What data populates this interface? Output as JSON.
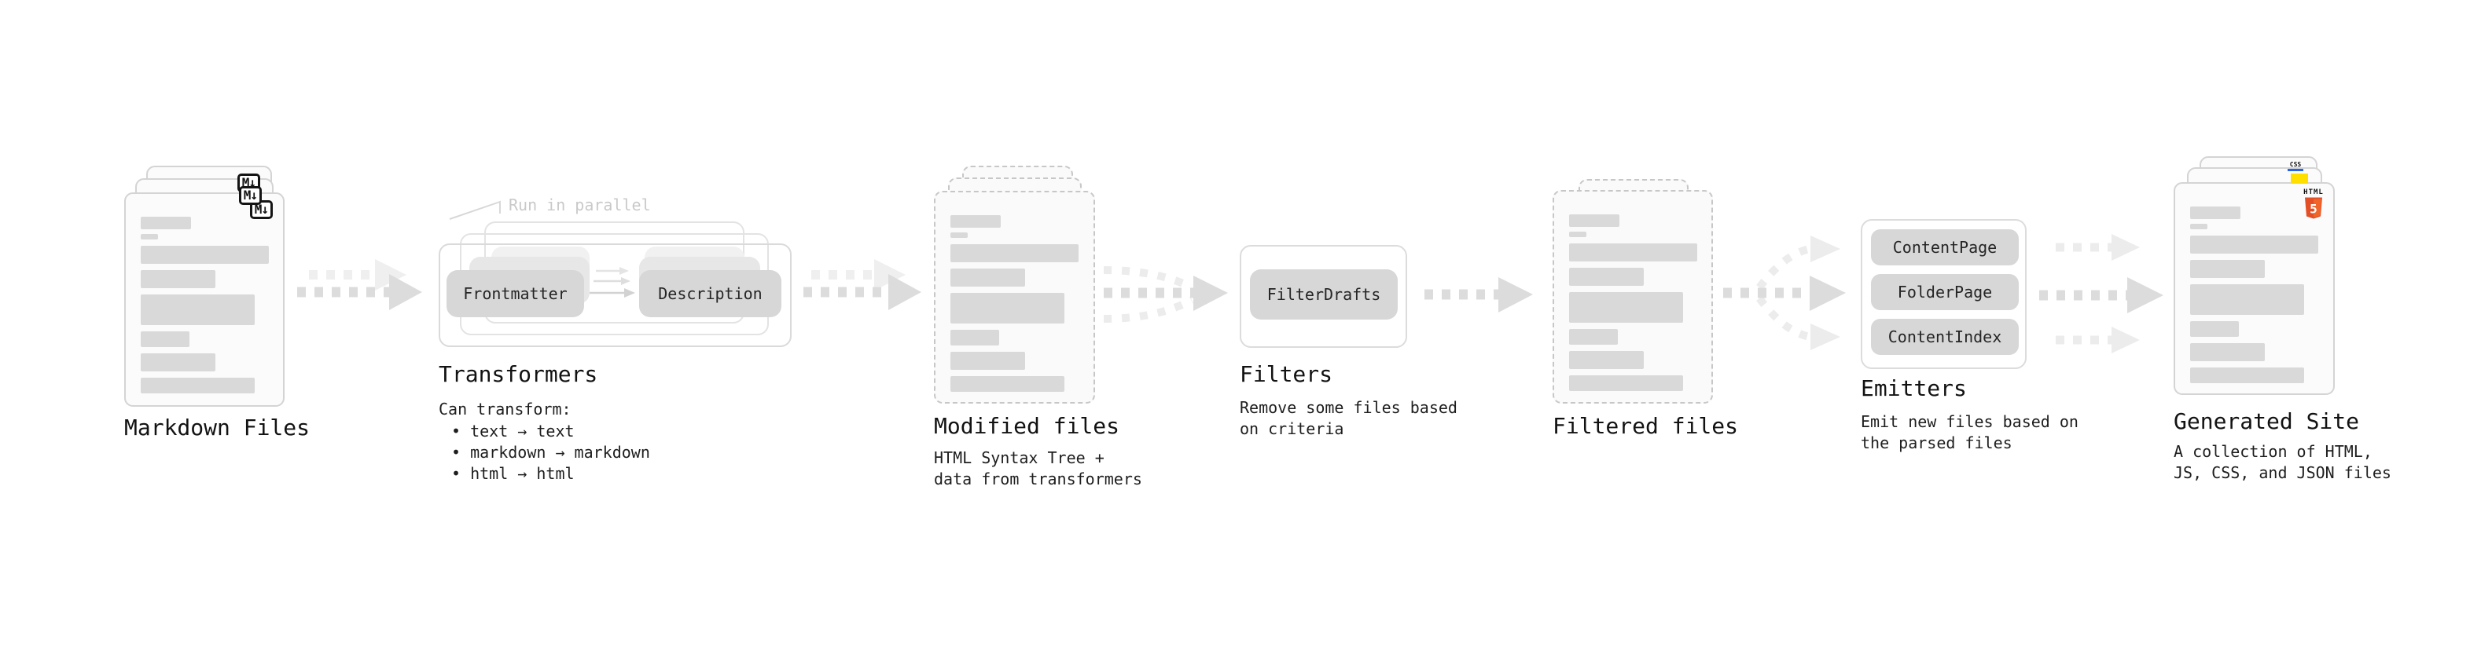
{
  "stages": {
    "markdown": {
      "label": "Markdown Files",
      "badge": "M↓"
    },
    "transformers": {
      "label": "Transformers",
      "annotation": "Run in parallel",
      "pill_left": "Frontmatter",
      "pill_right": "Description",
      "caption_title": "Can transform:",
      "bullets": [
        "• text → text",
        "• markdown → markdown",
        "• html → html"
      ]
    },
    "modified": {
      "label": "Modified files",
      "caption": [
        "HTML Syntax Tree +",
        "data from transformers"
      ]
    },
    "filters": {
      "label": "Filters",
      "pill": "FilterDrafts",
      "caption": [
        "Remove some files based",
        "on criteria"
      ]
    },
    "filtered": {
      "label": "Filtered files"
    },
    "emitters": {
      "label": "Emitters",
      "pills": [
        "ContentPage",
        "FolderPage",
        "ContentIndex"
      ],
      "caption": [
        "Emit new files based on",
        "the parsed files"
      ]
    },
    "generated": {
      "label": "Generated Site",
      "caption": [
        "A collection of HTML,",
        "JS, CSS, and JSON files"
      ],
      "badges": {
        "html_word": "HTML",
        "html_number": "5",
        "css": "CSS"
      }
    }
  },
  "colors": {
    "html5_orange": "#e34f26",
    "js_yellow": "#ffdf00",
    "css_blue": "#2563eb",
    "pill_fill": "#d7d7d7",
    "skeleton_bar": "#d9d9d9",
    "arrow_main": "#dcdcdc",
    "arrow_light": "#ededed",
    "annotation_gray": "#c9c9c9"
  }
}
